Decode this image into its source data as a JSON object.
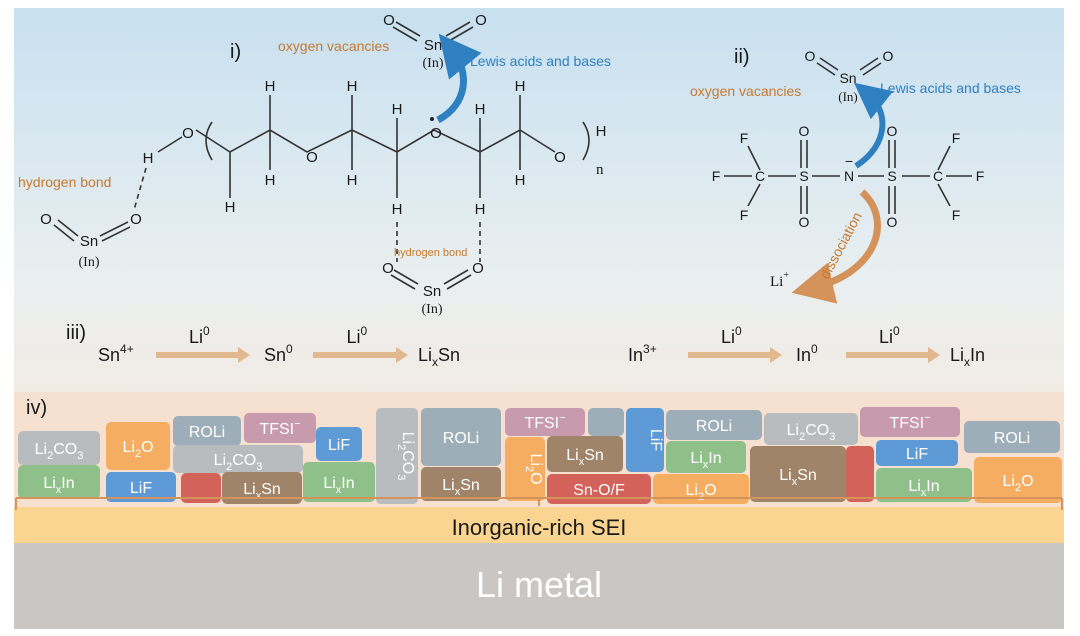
{
  "panels": {
    "i": "i)",
    "ii": "ii)",
    "iii": "iii)",
    "iv": "iv)"
  },
  "labels": {
    "oxygen_vacancies": "oxygen vacancies",
    "lewis": "Lewis acids and bases",
    "hydrogen_bond": "hydrogen bond",
    "dissociation": "dissociation",
    "in_paren": "(In)",
    "n_sub": "n"
  },
  "atoms": {
    "sn": "Sn",
    "o": "O",
    "h": "H",
    "c": "C",
    "f": "F",
    "s": "S",
    "n": "N",
    "li": "Li",
    "plus": "+",
    "minus": "−"
  },
  "reactions": {
    "sn": {
      "start_base": "Sn",
      "start_sup": "4+",
      "mid_base": "Sn",
      "mid_sup": "0",
      "end_pre": "Li",
      "end_sub": "x",
      "end_post": "Sn"
    },
    "in": {
      "start_base": "In",
      "start_sup": "3+",
      "mid_base": "In",
      "mid_sup": "0",
      "end_pre": "Li",
      "end_sub": "x",
      "end_post": "In"
    },
    "arrow_base": "Li",
    "arrow_sup": "0"
  },
  "sei": {
    "layer_label": "Inorganic-rich SEI",
    "metal_label": "Li metal",
    "blocks": [
      {
        "parts": [
          [
            "Li",
            "n"
          ],
          [
            "2",
            "sub"
          ],
          [
            "CO",
            "n"
          ],
          [
            "3",
            "sub"
          ]
        ],
        "color": "#b9bcbf"
      },
      {
        "parts": [
          [
            "Li",
            "n"
          ],
          [
            "x",
            "sub"
          ],
          [
            "In",
            "n"
          ]
        ],
        "color": "#8fc08a"
      },
      {
        "parts": [
          [
            "Li",
            "n"
          ],
          [
            "2",
            "sub"
          ],
          [
            "O",
            "n"
          ]
        ],
        "color": "#f5ad62"
      },
      {
        "parts": [
          [
            "LiF",
            "n"
          ]
        ],
        "color": "#5d9ad6"
      },
      {
        "parts": [
          [
            "ROLi",
            "n"
          ]
        ],
        "color": "#9daeb9"
      },
      {
        "parts": [
          [
            "TFSI",
            "n"
          ],
          [
            "−",
            "sup"
          ]
        ],
        "color": "#c79aad"
      },
      {
        "parts": [
          [
            "Li",
            "n"
          ],
          [
            "2",
            "sub"
          ],
          [
            "CO",
            "n"
          ],
          [
            "3",
            "sub"
          ]
        ],
        "color": "#b9bcbf"
      },
      {
        "parts": [],
        "color": "#d3625a"
      },
      {
        "parts": [
          [
            "Li",
            "n"
          ],
          [
            "x",
            "sub"
          ],
          [
            "Sn",
            "n"
          ]
        ],
        "color": "#a08469"
      },
      {
        "parts": [
          [
            "LiF",
            "n"
          ]
        ],
        "color": "#5d9ad6"
      },
      {
        "parts": [
          [
            "Li",
            "n"
          ],
          [
            "x",
            "sub"
          ],
          [
            "In",
            "n"
          ]
        ],
        "color": "#8fc08a"
      },
      {
        "parts": [
          [
            "Li",
            "n"
          ],
          [
            "2",
            "sub"
          ],
          [
            "CO",
            "n"
          ],
          [
            "3",
            "sub"
          ]
        ],
        "color": "#b9bcbf",
        "vertical": true
      },
      {
        "parts": [
          [
            "ROLi",
            "n"
          ]
        ],
        "color": "#9daeb9"
      },
      {
        "parts": [
          [
            "Li",
            "n"
          ],
          [
            "x",
            "sub"
          ],
          [
            "Sn",
            "n"
          ]
        ],
        "color": "#a08469"
      },
      {
        "parts": [
          [
            "TFSI",
            "n"
          ],
          [
            "−",
            "sup"
          ]
        ],
        "color": "#c79aad"
      },
      {
        "parts": [],
        "color": "#9daeb9"
      },
      {
        "parts": [
          [
            "Li",
            "n"
          ],
          [
            "2",
            "sub"
          ],
          [
            "O",
            "n"
          ]
        ],
        "color": "#f5ad62",
        "vertical": true
      },
      {
        "parts": [
          [
            "Li",
            "n"
          ],
          [
            "x",
            "sub"
          ],
          [
            "Sn",
            "n"
          ]
        ],
        "color": "#a08469"
      },
      {
        "parts": [
          [
            "Sn-O/F",
            "n"
          ]
        ],
        "color": "#d3625a"
      },
      {
        "parts": [
          [
            "LiF",
            "n"
          ]
        ],
        "color": "#5d9ad6",
        "vertical": true
      },
      {
        "parts": [
          [
            "ROLi",
            "n"
          ]
        ],
        "color": "#9daeb9"
      },
      {
        "parts": [
          [
            "Li",
            "n"
          ],
          [
            "x",
            "sub"
          ],
          [
            "In",
            "n"
          ]
        ],
        "color": "#8fc08a"
      },
      {
        "parts": [
          [
            "Li",
            "n"
          ],
          [
            "2",
            "sub"
          ],
          [
            "O",
            "n"
          ]
        ],
        "color": "#f5ad62"
      },
      {
        "parts": [
          [
            "Li",
            "n"
          ],
          [
            "2",
            "sub"
          ],
          [
            "CO",
            "n"
          ],
          [
            "3",
            "sub"
          ]
        ],
        "color": "#b9bcbf"
      },
      {
        "parts": [
          [
            "Li",
            "n"
          ],
          [
            "x",
            "sub"
          ],
          [
            "Sn",
            "n"
          ]
        ],
        "color": "#a08469"
      },
      {
        "parts": [],
        "color": "#d3625a"
      },
      {
        "parts": [
          [
            "TFSI",
            "n"
          ],
          [
            "−",
            "sup"
          ]
        ],
        "color": "#c79aad"
      },
      {
        "parts": [
          [
            "LiF",
            "n"
          ]
        ],
        "color": "#5d9ad6"
      },
      {
        "parts": [
          [
            "Li",
            "n"
          ],
          [
            "x",
            "sub"
          ],
          [
            "In",
            "n"
          ]
        ],
        "color": "#8fc08a"
      },
      {
        "parts": [
          [
            "ROLi",
            "n"
          ]
        ],
        "color": "#9daeb9"
      },
      {
        "parts": [
          [
            "Li",
            "n"
          ],
          [
            "2",
            "sub"
          ],
          [
            "O",
            "n"
          ]
        ],
        "color": "#f5ad62"
      }
    ]
  },
  "colors": {
    "orange": "#c67a2e",
    "blue": "#2f80c0",
    "arrow": "#e2b98e",
    "sei_layer": "#fad591",
    "metal": "#c9c6c4"
  }
}
